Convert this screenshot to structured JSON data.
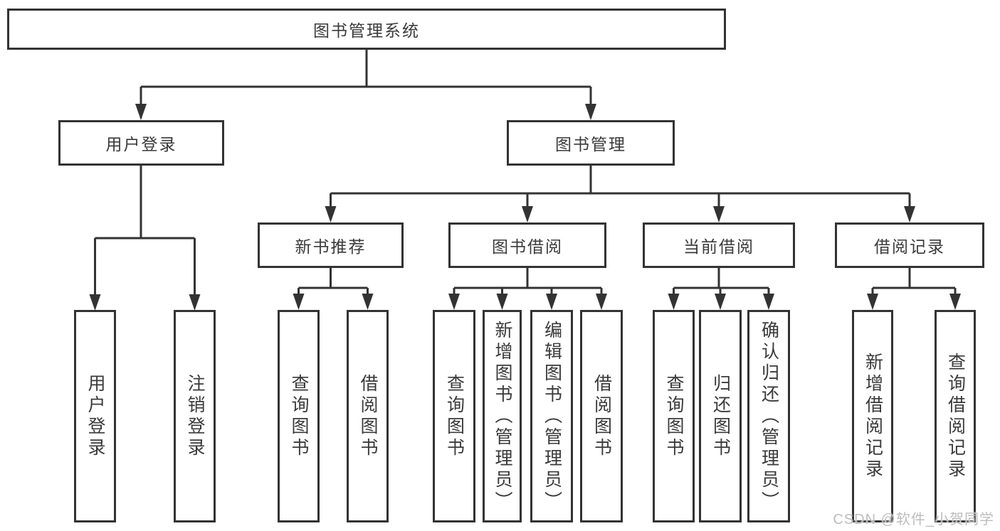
{
  "diagram": {
    "root": {
      "label": "图书管理系统"
    },
    "branches": [
      {
        "label": "用户登录",
        "children": [
          {
            "label": "用户登录"
          },
          {
            "label": "注销登录"
          }
        ]
      },
      {
        "label": "图书管理",
        "children": [
          {
            "label": "新书推荐",
            "children": [
              {
                "label": "查询图书"
              },
              {
                "label": "借阅图书"
              }
            ]
          },
          {
            "label": "图书借阅",
            "children": [
              {
                "label": "查询图书"
              },
              {
                "label": "新增图书（管理员）"
              },
              {
                "label": "编辑图书（管理员）"
              },
              {
                "label": "借阅图书"
              }
            ]
          },
          {
            "label": "当前借阅",
            "children": [
              {
                "label": "查询图书"
              },
              {
                "label": "归还图书"
              },
              {
                "label": "确认归还（管理员）"
              }
            ]
          },
          {
            "label": "借阅记录",
            "children": [
              {
                "label": "新增借阅记录"
              },
              {
                "label": "查询借阅记录"
              }
            ]
          }
        ]
      }
    ]
  },
  "watermark": {
    "text": "CSDN @软件_小贺同学"
  },
  "colors": {
    "line": "#333333",
    "box_border": "#333333",
    "box_fill": "#ffffff",
    "text": "#3a3a3a",
    "watermark": "#bdbdbd",
    "background": "#ffffff"
  }
}
